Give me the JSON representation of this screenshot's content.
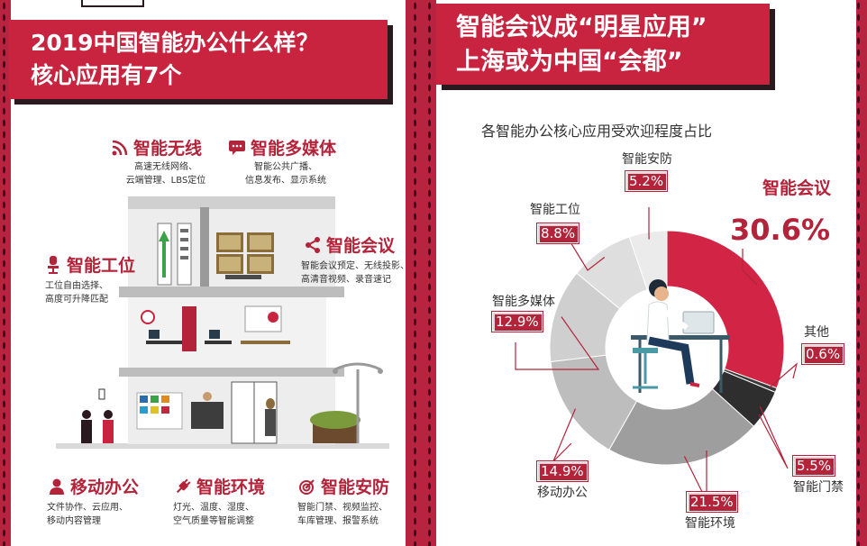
{
  "left": {
    "title_line1": "2019中国智能办公什么样？",
    "title_line2": "核心应用有7个",
    "items": [
      {
        "key": "wireless",
        "title": "智能无线",
        "desc": [
          "高速无线网络、",
          "云端管理、LBS定位"
        ]
      },
      {
        "key": "multimedia",
        "title": "智能多媒体",
        "desc": [
          "智能公共广播、",
          "信息发布、显示系统"
        ]
      },
      {
        "key": "meeting",
        "title": "智能会议",
        "desc": [
          "智能会议预定、无线投影、",
          "高清音视频、录音速记"
        ]
      },
      {
        "key": "workstation",
        "title": "智能工位",
        "desc": [
          "工位自由选择、",
          "高度可升降匹配"
        ]
      },
      {
        "key": "mobile",
        "title": "移动办公",
        "desc": [
          "文件协作、云应用、",
          "移动内容管理"
        ]
      },
      {
        "key": "environment",
        "title": "智能环境",
        "desc": [
          "灯光、温度、湿度、",
          "空气质量等智能调整"
        ]
      },
      {
        "key": "security",
        "title": "智能安防",
        "desc": [
          "智能门禁、视频监控、",
          "车库管理、报警系统"
        ]
      }
    ]
  },
  "right": {
    "title_line1": "智能会议成“明星应用”",
    "title_line2": "上海或为中国“会都”"
  },
  "colors": {
    "brand_red": "#b3233a",
    "header_red": "#c8243f",
    "shadow": "#2a1a1f",
    "gray_light": "#e6e6e6",
    "gray_mid": "#c8c8c8",
    "gray_dark": "#a3a3a3",
    "charcoal": "#3a3a3a"
  },
  "chart_data": {
    "type": "pie",
    "donut": true,
    "title": "各智能办公核心应用受欢迎程度占比",
    "unit": "%",
    "slices": [
      {
        "name": "智能会议",
        "value": 30.6,
        "label": "30.6%",
        "color": "#d22545",
        "icon": "share-icon"
      },
      {
        "name": "其他",
        "value": 0.6,
        "label": "0.6%",
        "color": "#3a3a3a",
        "icon": ""
      },
      {
        "name": "智能门禁",
        "value": 5.5,
        "label": "5.5%",
        "color": "#2e2e2e",
        "icon": "door-access-icon"
      },
      {
        "name": "智能环境",
        "value": 21.5,
        "label": "21.5%",
        "color": "#9e9e9e",
        "icon": "plug-icon"
      },
      {
        "name": "移动办公",
        "value": 14.9,
        "label": "14.9%",
        "color": "#bdbdbd",
        "icon": "person-icon"
      },
      {
        "name": "智能多媒体",
        "value": 12.9,
        "label": "12.9%",
        "color": "#cfcfcf",
        "icon": "chat-icon"
      },
      {
        "name": "智能工位",
        "value": 8.8,
        "label": "8.8%",
        "color": "#dedede",
        "icon": "chair-icon"
      },
      {
        "name": "智能安防",
        "value": 5.2,
        "label": "5.2%",
        "color": "#ebebeb",
        "icon": "target-icon"
      }
    ]
  }
}
